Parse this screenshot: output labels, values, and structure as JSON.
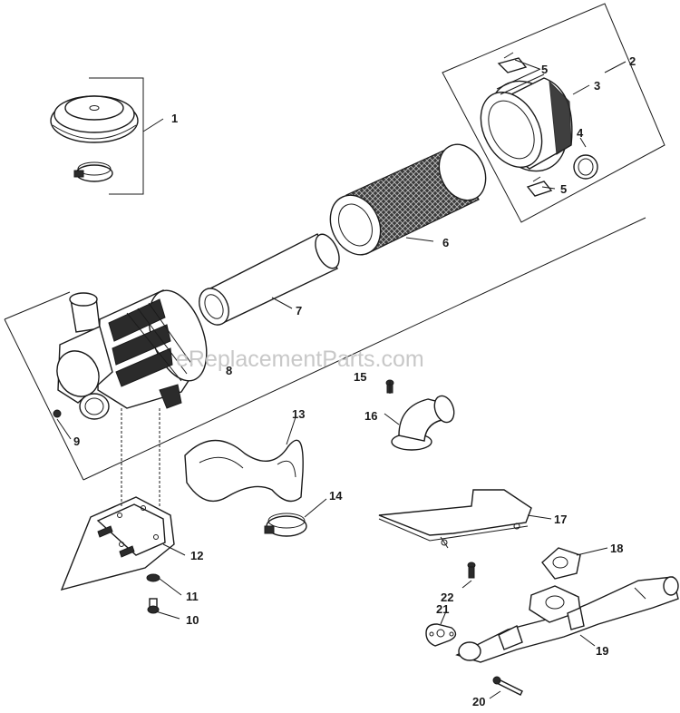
{
  "watermark": "eReplacementParts.com",
  "callouts": {
    "c1": "1",
    "c2": "2",
    "c3": "3",
    "c4": "4",
    "c5a": "5",
    "c5b": "5",
    "c6": "6",
    "c7": "7",
    "c8": "8",
    "c9": "9",
    "c10": "10",
    "c11": "11",
    "c12": "12",
    "c13": "13",
    "c14": "14",
    "c15": "15",
    "c16": "16",
    "c17": "17",
    "c18": "18",
    "c19": "19",
    "c20": "20",
    "c21": "21",
    "c22": "22"
  }
}
